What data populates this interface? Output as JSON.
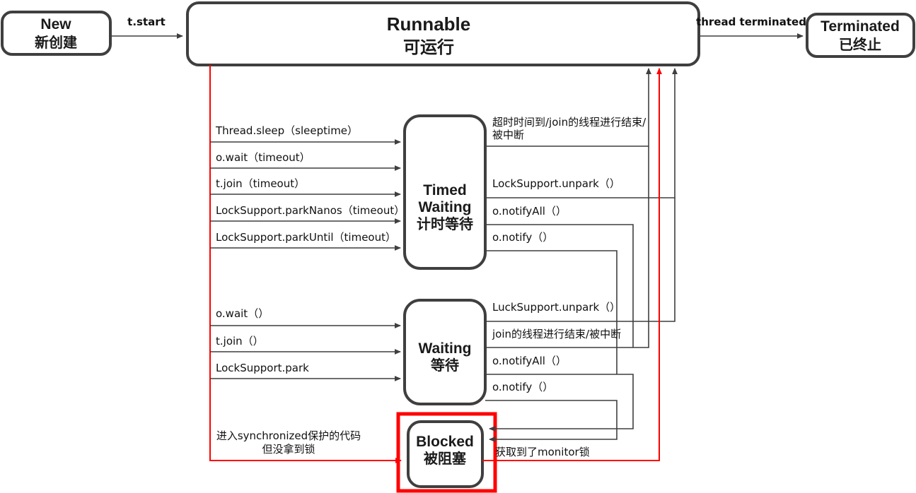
{
  "diagram": {
    "title": "Java Thread State Transition Diagram",
    "colors": {
      "stroke": "#3f3f3f",
      "highlight": "#ff0000",
      "background": "#ffffff"
    },
    "states": [
      {
        "id": "new",
        "en": "New",
        "zh": "新创建"
      },
      {
        "id": "runnable",
        "en": "Runnable",
        "zh": "可运行"
      },
      {
        "id": "terminated",
        "en": "Terminated",
        "zh": "已终止"
      },
      {
        "id": "timed-waiting",
        "en1": "Timed",
        "en2": "Waiting",
        "zh": "计时等待"
      },
      {
        "id": "waiting",
        "en": "Waiting",
        "zh": "等待"
      },
      {
        "id": "blocked",
        "en": "Blocked",
        "zh": "被阻塞"
      }
    ],
    "top_edges": {
      "start": "t.start",
      "terminated": "thread terminated"
    },
    "to_timed_waiting": [
      "Thread.sleep（sleeptime）",
      "o.wait（timeout）",
      "t.join（timeout）",
      "LockSupport.parkNanos（timeout）",
      "LockSupport.parkUntil（timeout）"
    ],
    "from_timed_waiting": [
      "超时时间到/join的线程进行结束/",
      "被中断",
      "LockSupport.unpark（）",
      "o.notifyAll（）",
      "o.notify（）"
    ],
    "to_waiting": [
      "o.wait（）",
      "t.join（）",
      "LockSupport.park"
    ],
    "from_waiting": [
      "LuckSupport.unpark（）",
      "join的线程进行结束/被中断",
      "o.notifyAll（）",
      "o.notify（）"
    ],
    "to_blocked": {
      "line1": "进入synchronized保护的代码",
      "line2": "但没拿到锁"
    },
    "from_blocked": "获取到了monitor锁"
  }
}
